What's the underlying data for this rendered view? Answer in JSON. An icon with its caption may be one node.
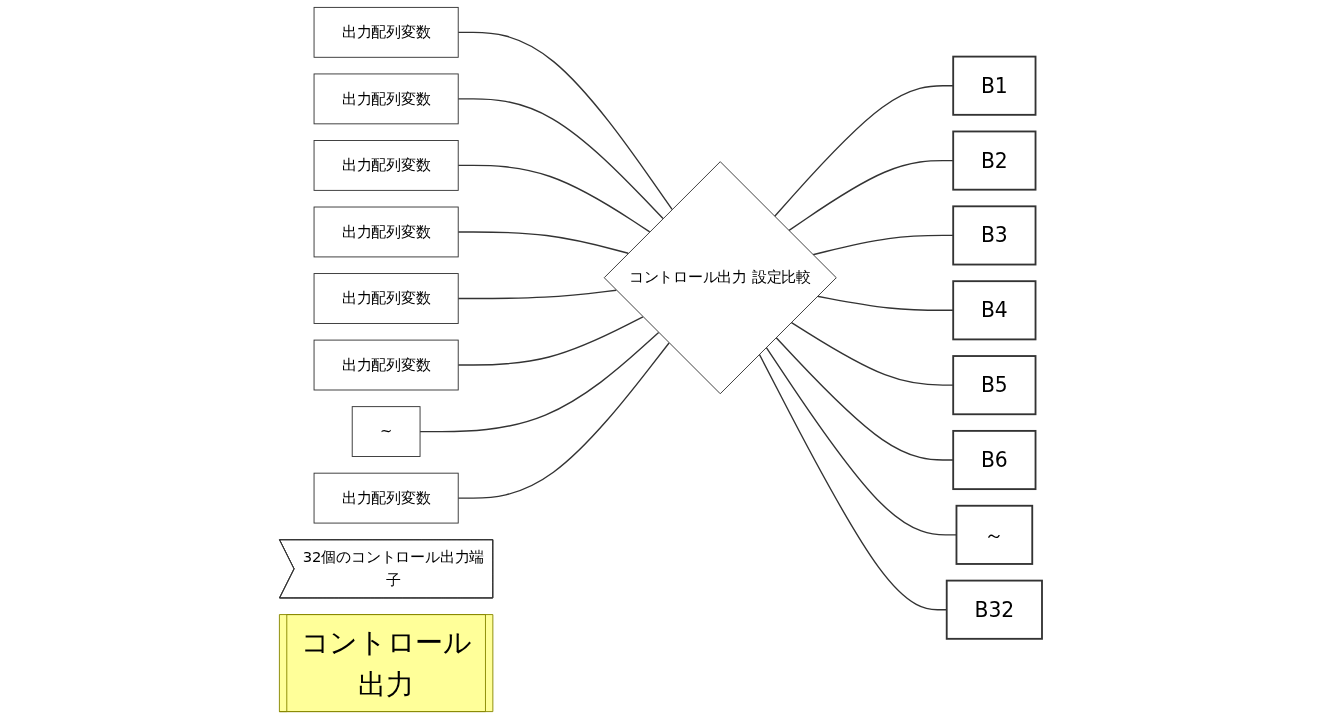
{
  "diagram": {
    "nodes": [
      {
        "text": [
          "出力配列変数"
        ]
      },
      {
        "text": [
          "出力配列変数"
        ]
      },
      {
        "text": [
          "出力配列変数"
        ]
      },
      {
        "text": [
          "出力配列変数"
        ]
      },
      {
        "text": [
          "出力配列変数"
        ]
      },
      {
        "text": [
          "出力配列変数"
        ]
      },
      {
        "text": [
          "~"
        ]
      },
      {
        "text": [
          "出力配列変数"
        ]
      },
      {
        "text": [
          "コントロール出力 設定比較"
        ]
      },
      {
        "text": [
          "B1"
        ]
      },
      {
        "text": [
          "B2"
        ]
      },
      {
        "text": [
          "B3"
        ]
      },
      {
        "text": [
          "B4"
        ]
      },
      {
        "text": [
          "B5"
        ]
      },
      {
        "text": [
          "B6"
        ]
      },
      {
        "text": [
          "～"
        ]
      },
      {
        "text": [
          "B32"
        ]
      },
      {
        "text": [
          "32個のコントロール出力端子"
        ]
      },
      {
        "text": [
          "コントロール出力"
        ]
      }
    ],
    "edges": [
      {
        "from": 0,
        "to": 8,
        "arrow": "none"
      },
      {
        "from": 1,
        "to": 8,
        "arrow": "none"
      },
      {
        "from": 2,
        "to": 8,
        "arrow": "none"
      },
      {
        "from": 3,
        "to": 8,
        "arrow": "none"
      },
      {
        "from": 4,
        "to": 8,
        "arrow": "none"
      },
      {
        "from": 5,
        "to": 8,
        "arrow": "none"
      },
      {
        "from": 6,
        "to": 8,
        "arrow": "none"
      },
      {
        "from": 7,
        "to": 8,
        "arrow": "none"
      },
      {
        "from": 8,
        "to": 9,
        "arrow": "none"
      },
      {
        "from": 8,
        "to": 10,
        "arrow": "none"
      },
      {
        "from": 8,
        "to": 11,
        "arrow": "none"
      },
      {
        "from": 8,
        "to": 12,
        "arrow": "none"
      },
      {
        "from": 8,
        "to": 13,
        "arrow": "none"
      },
      {
        "from": 8,
        "to": 14,
        "arrow": "none"
      },
      {
        "from": 8,
        "to": 15,
        "arrow": "none"
      },
      {
        "from": 8,
        "to": 16,
        "arrow": "none"
      }
    ]
  }
}
